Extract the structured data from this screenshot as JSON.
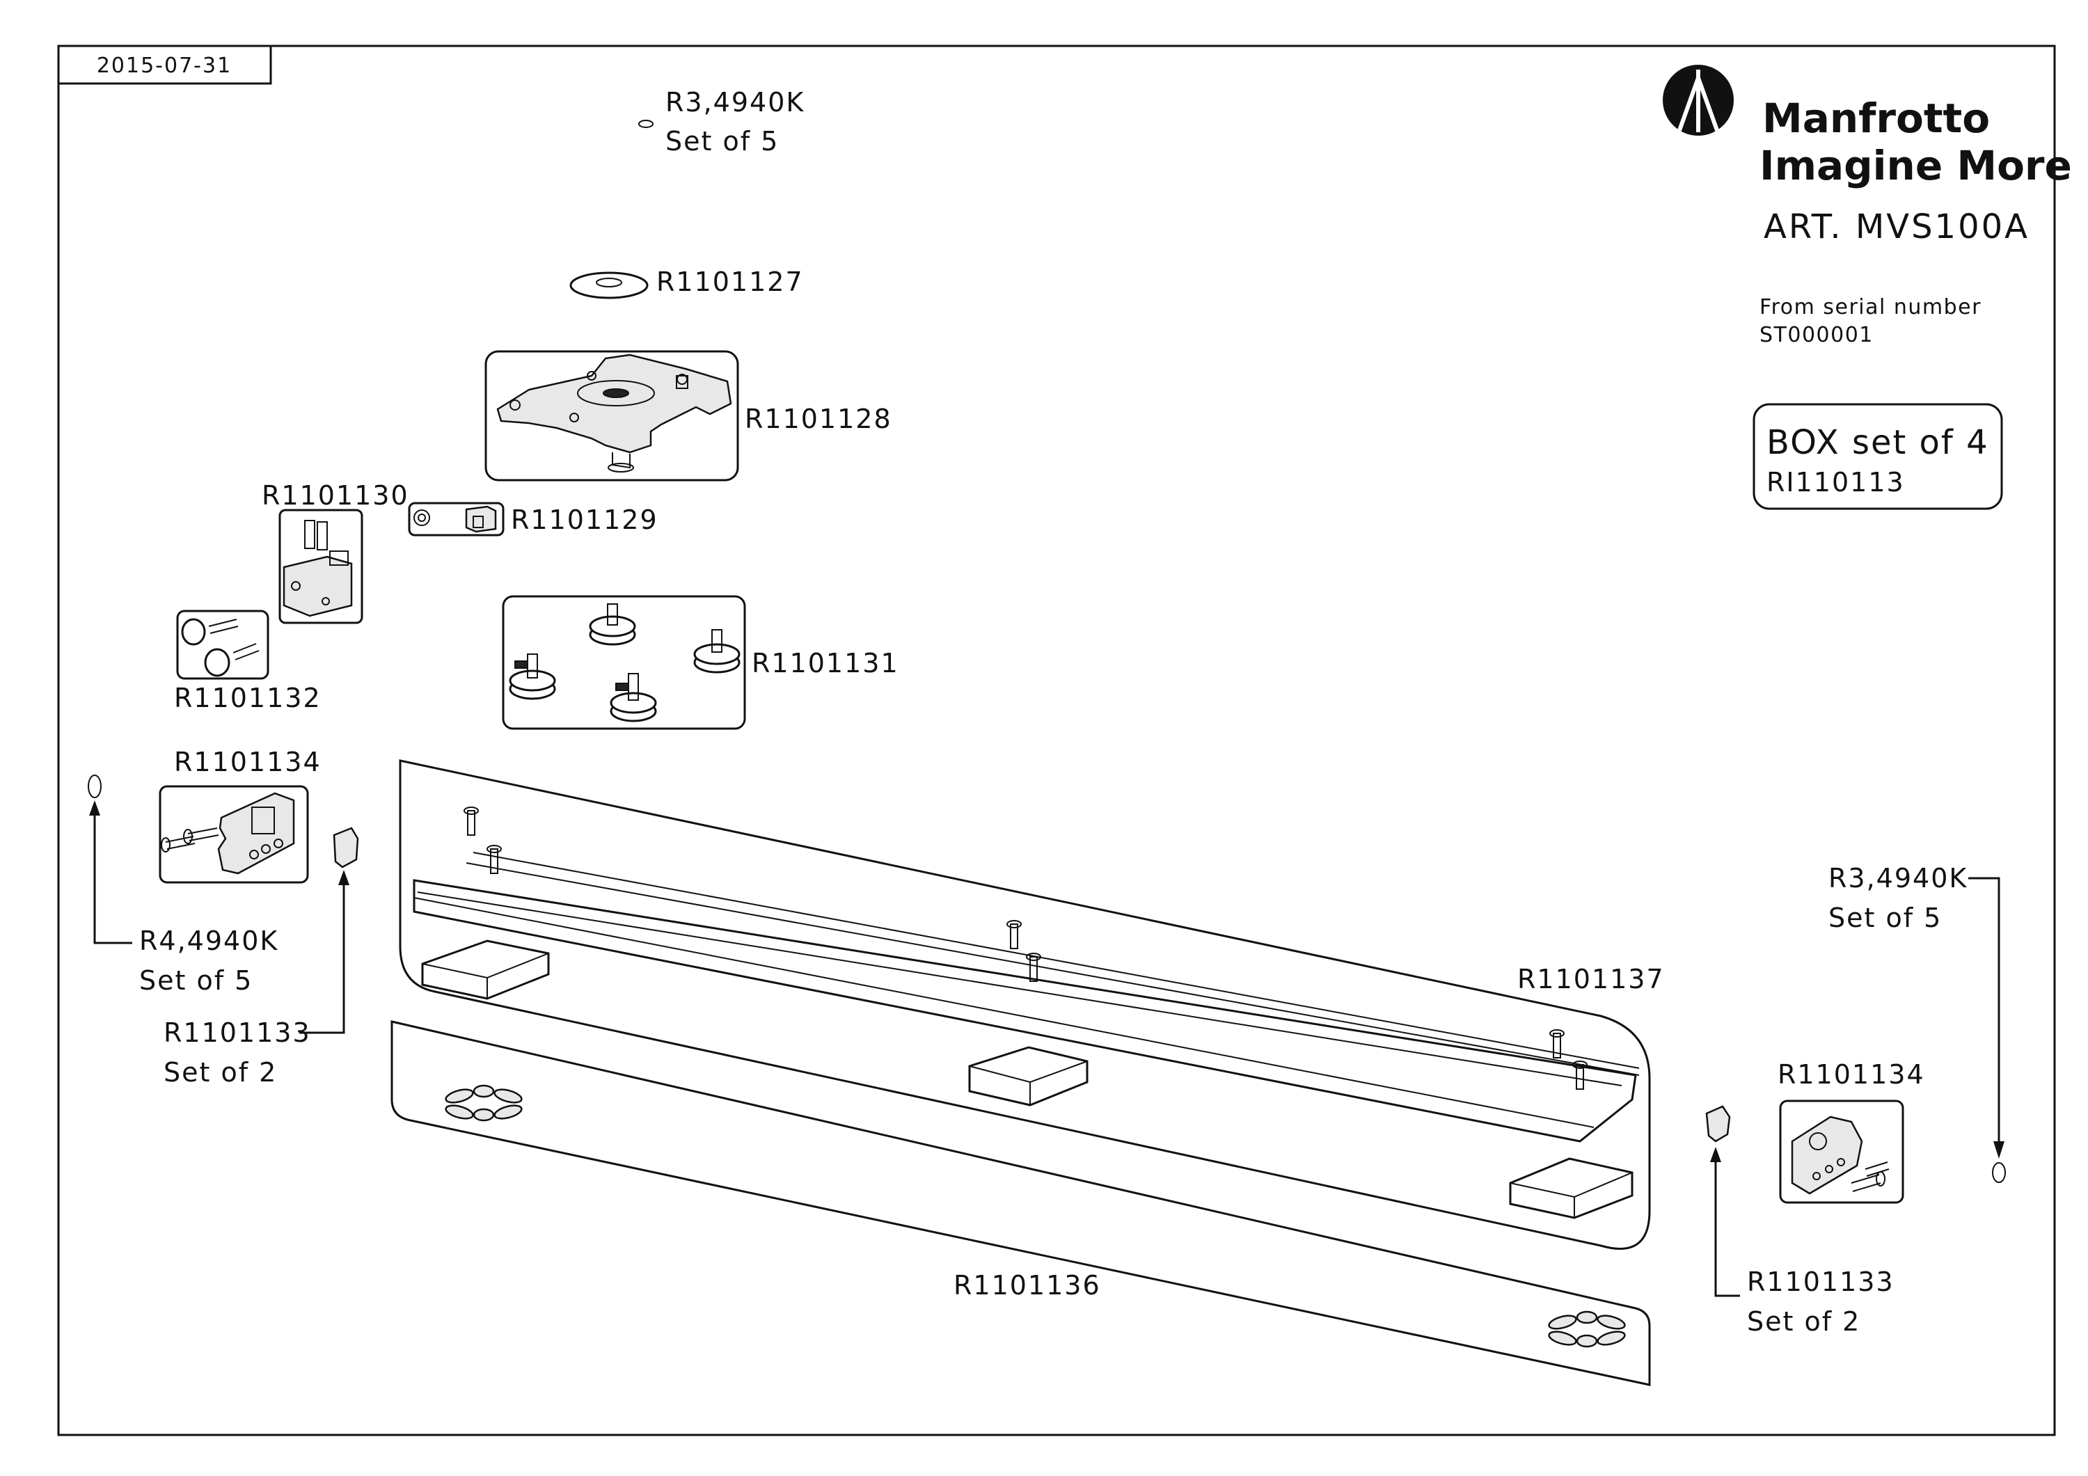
{
  "header": {
    "date": "2015-07-31",
    "brand_name": "Manfrotto",
    "brand_tagline": "Imagine More",
    "article": "ART. MVS100A",
    "serial_line1": "From serial number",
    "serial_line2": "ST000001"
  },
  "box": {
    "title": "BOX set of 4",
    "code": "RI110113"
  },
  "parts": {
    "r3_top_code": "R3,4940K",
    "r3_top_qty": "Set of 5",
    "r1101127": "R1101127",
    "r1101128": "R1101128",
    "r1101129": "R1101129",
    "r1101130": "R1101130",
    "r1101131": "R1101131",
    "r1101132": "R1101132",
    "r1101134_left": "R1101134",
    "r4_code": "R4,4940K",
    "r4_qty": "Set of 5",
    "r1101133_left_code": "R1101133",
    "r1101133_left_qty": "Set of 2",
    "r1101137": "R1101137",
    "r1101136": "R1101136",
    "r3_right_code": "R3,4940K",
    "r3_right_qty": "Set of 5",
    "r1101134_right": "R1101134",
    "r1101133_right_code": "R1101133",
    "r1101133_right_qty": "Set of 2"
  }
}
